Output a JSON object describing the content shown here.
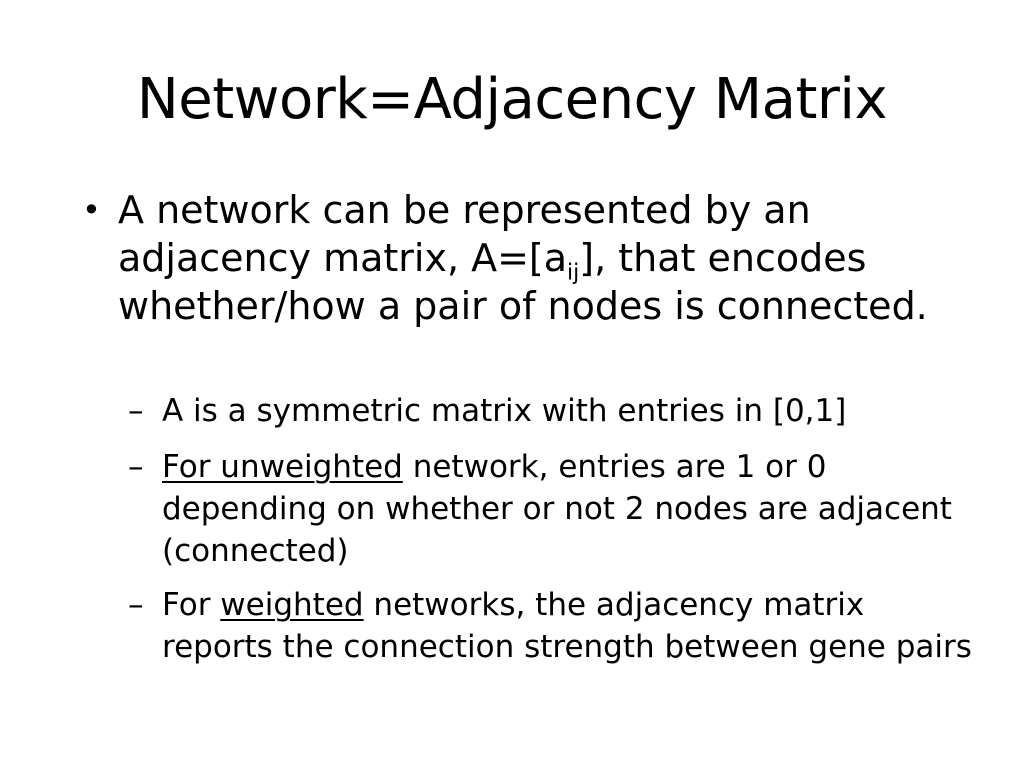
{
  "slide": {
    "title": "Network=Adjacency Matrix",
    "bullet1": {
      "text_before": "A network can be represented by an adjacency matrix, A=[a",
      "subscript": "ij",
      "text_after": "], that encodes whether/how a pair of nodes is connected."
    },
    "sub_bullets": [
      {
        "text": "A is a symmetric matrix with entries in [0,1]"
      },
      {
        "underlined": "For unweighted",
        "text": " network, entries are 1 or 0 depending on whether or not 2 nodes are adjacent (connected)"
      },
      {
        "prefix": "For ",
        "underlined": "weighted",
        "text": " networks, the adjacency matrix reports the connection strength between gene pairs"
      }
    ],
    "bullet_glyph": "•",
    "dash_glyph": "–"
  }
}
